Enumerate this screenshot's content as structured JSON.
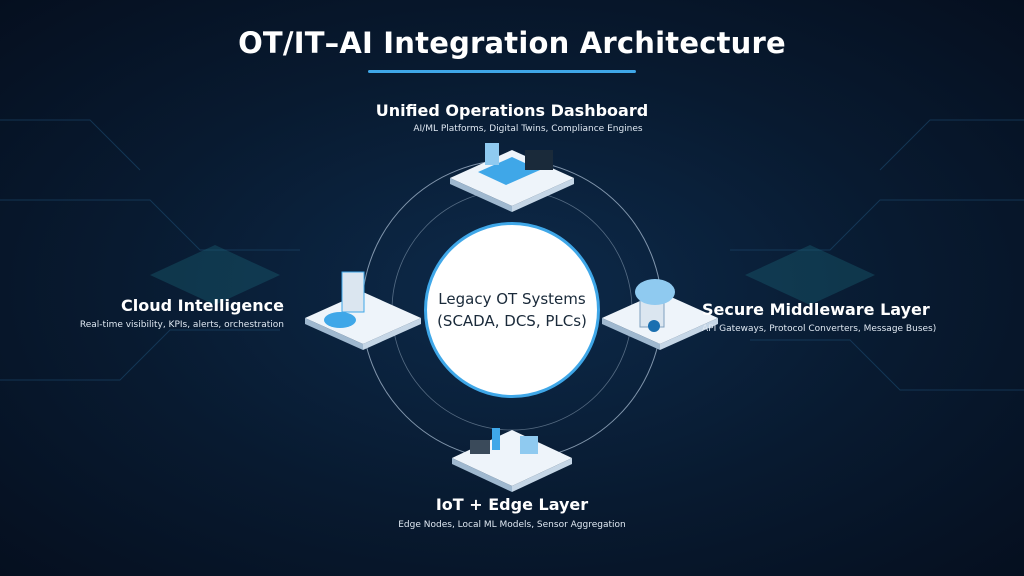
{
  "title": "OT/IT–AI Integration Architecture",
  "accent": "#3fa7e8",
  "core": {
    "line1": "Legacy OT Systems",
    "line2": "(SCADA, DCS, PLCs)"
  },
  "nodes": {
    "top": {
      "title": "Unified Operations Dashboard",
      "subtitle": "AI/ML Platforms, Digital Twins, Compliance Engines",
      "icon": "dashboard-laptop-icon"
    },
    "left": {
      "title": "Cloud Intelligence",
      "subtitle": "Real-time visibility, KPIs, alerts, orchestration",
      "icon": "cloud-server-icon"
    },
    "right": {
      "title": "Secure Middleware Layer",
      "subtitle": "API Gateways, Protocol Converters, Message Buses)",
      "icon": "cloud-lock-icon"
    },
    "bottom": {
      "title": "IoT + Edge Layer",
      "subtitle": "Edge Nodes, Local ML Models, Sensor Aggregation",
      "icon": "factory-robot-icon"
    }
  }
}
